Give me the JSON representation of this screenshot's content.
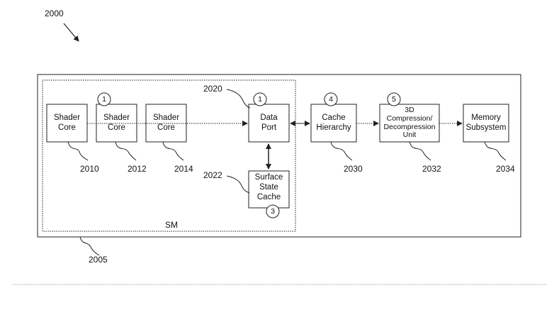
{
  "figure": {
    "label": "2000"
  },
  "outer_box": {
    "label": "2005"
  },
  "sm": {
    "label": "SM"
  },
  "blocks": [
    {
      "id": "shader-core-1",
      "lines": [
        "Shader",
        "Core"
      ],
      "ref": "2010",
      "circle": ""
    },
    {
      "id": "shader-core-2",
      "lines": [
        "Shader",
        "Core"
      ],
      "ref": "2012",
      "circle": "1"
    },
    {
      "id": "shader-core-3",
      "lines": [
        "Shader",
        "Core"
      ],
      "ref": "2014",
      "circle": ""
    },
    {
      "id": "data-port",
      "lines": [
        "Data",
        "Port"
      ],
      "ref": "2020",
      "circle": "1"
    },
    {
      "id": "surface-state-cache",
      "lines": [
        "Surface",
        "State",
        "Cache"
      ],
      "ref": "2022",
      "circle": "3"
    },
    {
      "id": "cache-hierarchy",
      "lines": [
        "Cache",
        "Hierarchy"
      ],
      "ref": "2030",
      "circle": "4"
    },
    {
      "id": "3d-compression",
      "lines": [
        "3D",
        "Compression/",
        "Decompression",
        "Unit"
      ],
      "ref": "2032",
      "circle": "5"
    },
    {
      "id": "memory-subsystem",
      "lines": [
        "Memory",
        "Subsystem"
      ],
      "ref": "2034",
      "circle": ""
    }
  ],
  "colors": {
    "line": "#222222",
    "separator": "#999999"
  }
}
